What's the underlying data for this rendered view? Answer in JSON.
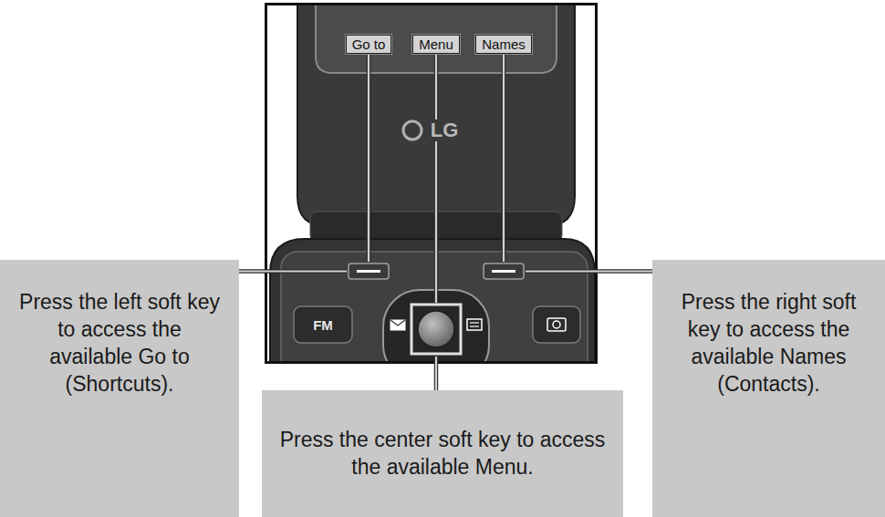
{
  "diagram": {
    "nodes": [
      {
        "text": [
          "Go to"
        ]
      },
      {
        "text": [
          "Menu"
        ]
      },
      {
        "text": [
          "Names"
        ]
      },
      {
        "text": [
          "Press the left soft key to access the available Go to (Shortcuts)."
        ]
      },
      {
        "text": [
          "Press the center soft key to access the available Menu."
        ]
      },
      {
        "text": [
          "Press the right soft key to access the available Names (Contacts)."
        ]
      }
    ],
    "edges": [
      {
        "from": 0,
        "to": 3,
        "arrow": "none"
      },
      {
        "from": 1,
        "to": 4,
        "arrow": "none"
      },
      {
        "from": 2,
        "to": 5,
        "arrow": "none"
      }
    ],
    "labels": [
      "LG",
      "FM"
    ]
  }
}
